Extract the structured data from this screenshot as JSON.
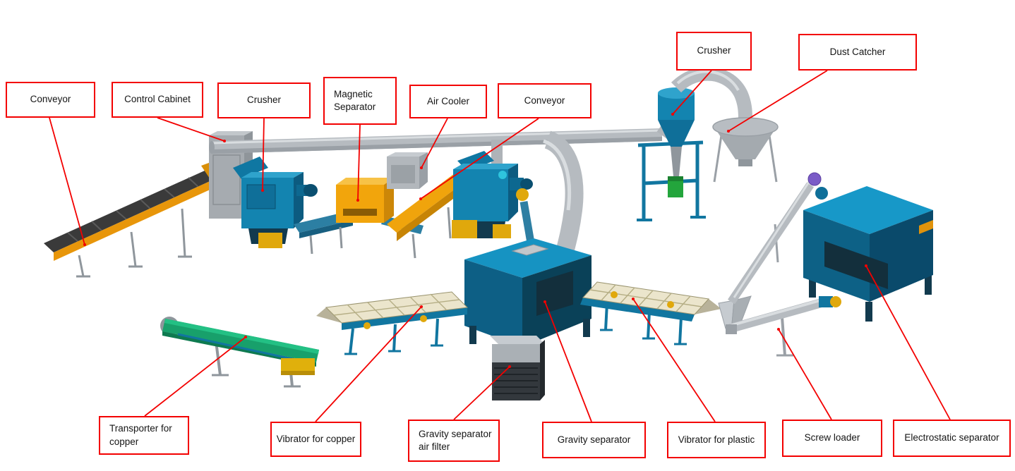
{
  "diagram": {
    "background_color": "#ffffff",
    "accent_color": "#f30000",
    "subject": "Cable / copper wire recycling production line layout"
  },
  "callouts": [
    {
      "id": "conveyor-1",
      "label": "Conveyor"
    },
    {
      "id": "control-cabinet",
      "label": "Control Cabinet"
    },
    {
      "id": "crusher-1",
      "label": "Crusher"
    },
    {
      "id": "magnetic-separator",
      "label": "Magnetic Separator"
    },
    {
      "id": "air-cooler",
      "label": "Air Cooler"
    },
    {
      "id": "conveyor-2",
      "label": "Conveyor"
    },
    {
      "id": "crusher-top",
      "label": "Crusher"
    },
    {
      "id": "dust-catcher",
      "label": "Dust Catcher"
    },
    {
      "id": "transporter-for-copper",
      "label": "Transporter for copper"
    },
    {
      "id": "vibrator-for-copper",
      "label": "Vibrator for copper"
    },
    {
      "id": "gravity-separator-air-filter",
      "label": "Gravity separator air filter"
    },
    {
      "id": "gravity-separator",
      "label": "Gravity separator"
    },
    {
      "id": "vibrator-for-plastic",
      "label": "Vibrator for plastic"
    },
    {
      "id": "screw-loader",
      "label": "Screw loader"
    },
    {
      "id": "electrostatic-separator",
      "label": "Electrostatic separator"
    }
  ],
  "machine_parts": [
    "conveyor-1",
    "control-cabinet",
    "overhead-pipe",
    "crusher-1",
    "transfer-conveyor",
    "magnetic-separator",
    "air-cooler",
    "conveyor-2",
    "crusher-2",
    "feeder-screw",
    "down-pipe",
    "support-stand",
    "top-crusher",
    "dust-catcher",
    "gravity-separator",
    "air-filter",
    "vibrator-copper",
    "vibrator-plastic",
    "v-chute",
    "screw-loader-upper",
    "screw-loader-lower",
    "electrostatic-separator",
    "copper-transporter"
  ],
  "machine_colors": {
    "machine_blue": "#1384b0",
    "machine_blue_light": "#2fa3cc",
    "machine_blue_dark": "#0c5b80",
    "machine_navy": "#123a4e",
    "orange": "#f0a40c",
    "orange_dark": "#c78405",
    "yellow": "#e0b00c",
    "pipe_gray": "#b6bbc0",
    "pipe_gray_dark": "#9aa0a6",
    "green_belt": "#18a06b",
    "motor_green": "#23a53c",
    "mesh_cream": "#ebe5cc",
    "filter_dark": "#33383d",
    "motor_violet": "#7a5bc7"
  }
}
